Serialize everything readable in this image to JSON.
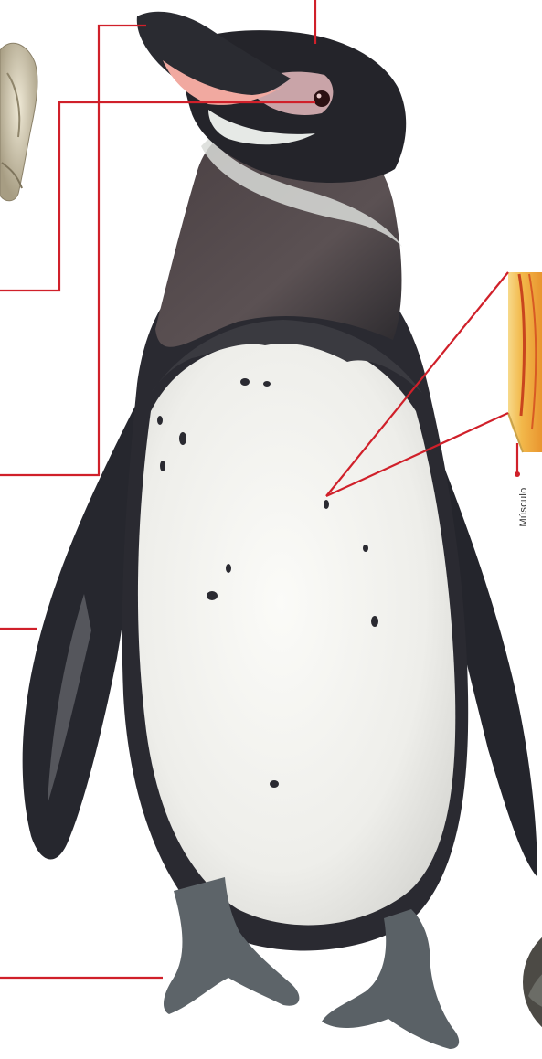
{
  "labels": {
    "muscle": "Músculo"
  },
  "colors": {
    "callout_line": "#d0202a",
    "background": "#ffffff",
    "penguin_dark": "#2b2a30",
    "penguin_belly": "#f2f2ef",
    "beak_pink": "#f1a9a0",
    "foot_gray": "#5d6469",
    "skin_section_yellow": "#f4c24a",
    "skin_section_orange": "#ee9a2f"
  },
  "icons": {
    "skull": "skull-illustration",
    "penguin": "galapagos-penguin-photo",
    "skin_section": "skin-cross-section-illustration",
    "round_inset": "round-inset-photo"
  }
}
